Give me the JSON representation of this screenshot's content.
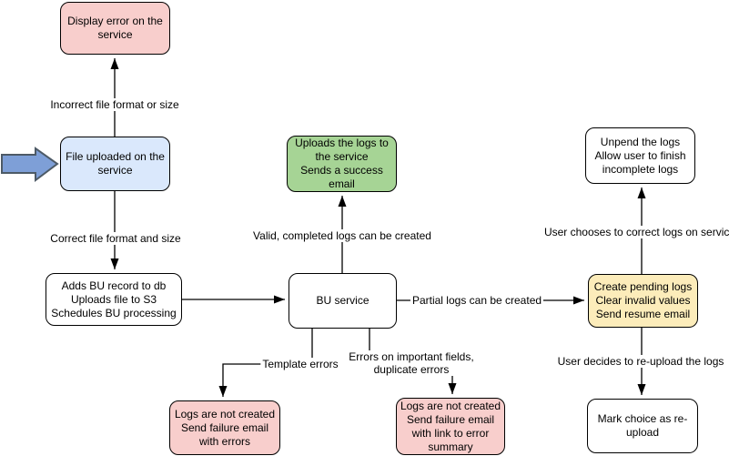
{
  "nodes": {
    "display_error": {
      "text": "Display error on the\nservice",
      "fill": "#f8cecc"
    },
    "file_uploaded": {
      "text": "File uploaded on the\nservice",
      "fill": "#dae8fc"
    },
    "adds_bu_record": {
      "text": "Adds BU record to db\nUploads file to S3\nSchedules BU processing",
      "fill": "#ffffff"
    },
    "uploads_logs_success": {
      "text": "Uploads the logs to\nthe service\nSends a success\nemail",
      "fill": "#a6d495"
    },
    "bu_service": {
      "text": "BU service",
      "fill": "#ffffff"
    },
    "logs_not_created_errors": {
      "text": "Logs are not created\nSend failure email\nwith errors",
      "fill": "#f8cecc"
    },
    "logs_not_created_summary": {
      "text": "Logs are not created\nSend failure email\nwith link to error\nsummary",
      "fill": "#f8cecc"
    },
    "unpend_logs": {
      "text": "Unpend the logs\nAllow user to finish\nincomplete logs",
      "fill": "#ffffff"
    },
    "create_pending_logs": {
      "text": "Create pending logs\nClear invalid values\nSend resume email",
      "fill": "#fcecba"
    },
    "mark_reupload": {
      "text": "Mark choice as re-\nupload",
      "fill": "#ffffff"
    }
  },
  "edge_labels": {
    "incorrect_format": "Incorrect file format or size",
    "correct_format": "Correct file format and size",
    "valid_completed": "Valid, completed logs can be created",
    "partial_logs": "Partial logs can be created",
    "template_errors": "Template errors",
    "important_fields": "Errors on important fields,\nduplicate errors",
    "user_corrects": "User chooses to correct logs on service",
    "user_reuploads": "User decides to re-upload the logs"
  },
  "colors": {
    "node_border": "#000000",
    "edge": "#000000",
    "pink_fill": "#f8cecc",
    "blue_fill": "#dae8fc",
    "green_fill": "#a6d495",
    "yellow_fill": "#fcecba",
    "entry_arrow_fill": "#7e9fd7",
    "entry_arrow_stroke": "#4d5a66"
  }
}
